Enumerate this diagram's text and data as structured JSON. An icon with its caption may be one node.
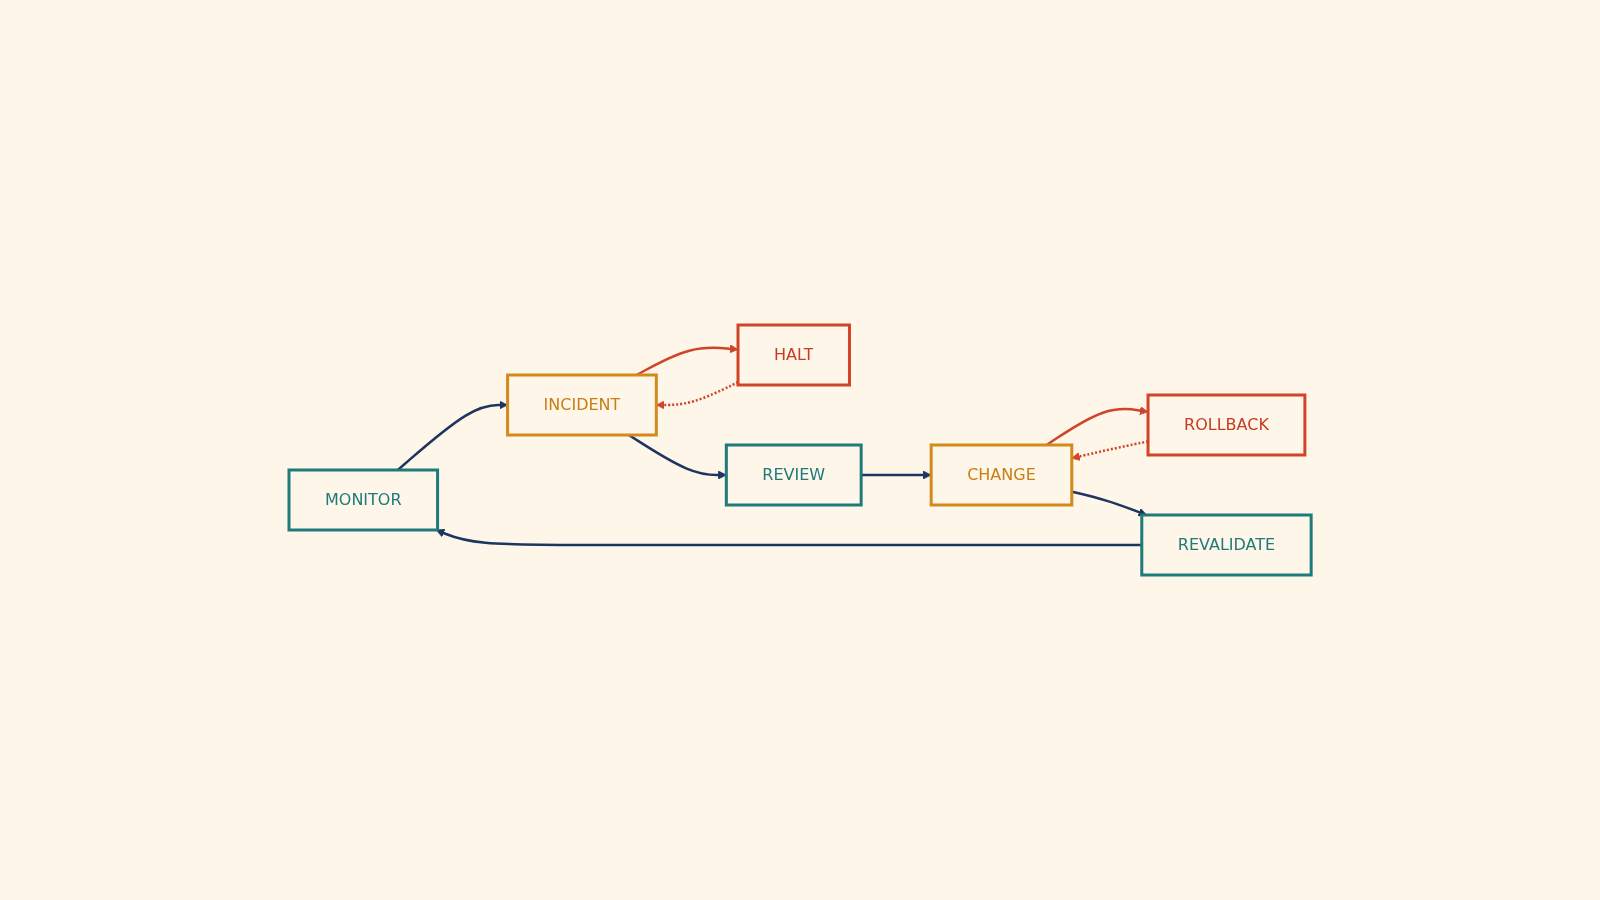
{
  "diagram": {
    "nodes": [
      {
        "text": [
          "MONITOR"
        ]
      },
      {
        "text": [
          "INCIDENT"
        ]
      },
      {
        "text": [
          "HALT"
        ]
      },
      {
        "text": [
          "REVIEW"
        ]
      },
      {
        "text": [
          "CHANGE"
        ]
      },
      {
        "text": [
          "ROLLBACK"
        ]
      },
      {
        "text": [
          "REVALIDATE"
        ]
      }
    ],
    "edges": [
      {
        "from": 0,
        "to": 1,
        "arrow": "to"
      },
      {
        "from": 1,
        "to": 2,
        "arrow": "to",
        "color": "#d0442a"
      },
      {
        "from": 2,
        "to": 1,
        "arrow": "to",
        "style": "dashed",
        "color": "#d0442a"
      },
      {
        "from": 1,
        "to": 3,
        "arrow": "to"
      },
      {
        "from": 3,
        "to": 4,
        "arrow": "to"
      },
      {
        "from": 4,
        "to": 5,
        "arrow": "to",
        "color": "#d0442a"
      },
      {
        "from": 5,
        "to": 4,
        "arrow": "to",
        "style": "dashed",
        "color": "#d0442a"
      },
      {
        "from": 4,
        "to": 6,
        "arrow": "to"
      },
      {
        "from": 6,
        "to": 0,
        "arrow": "to"
      }
    ]
  }
}
